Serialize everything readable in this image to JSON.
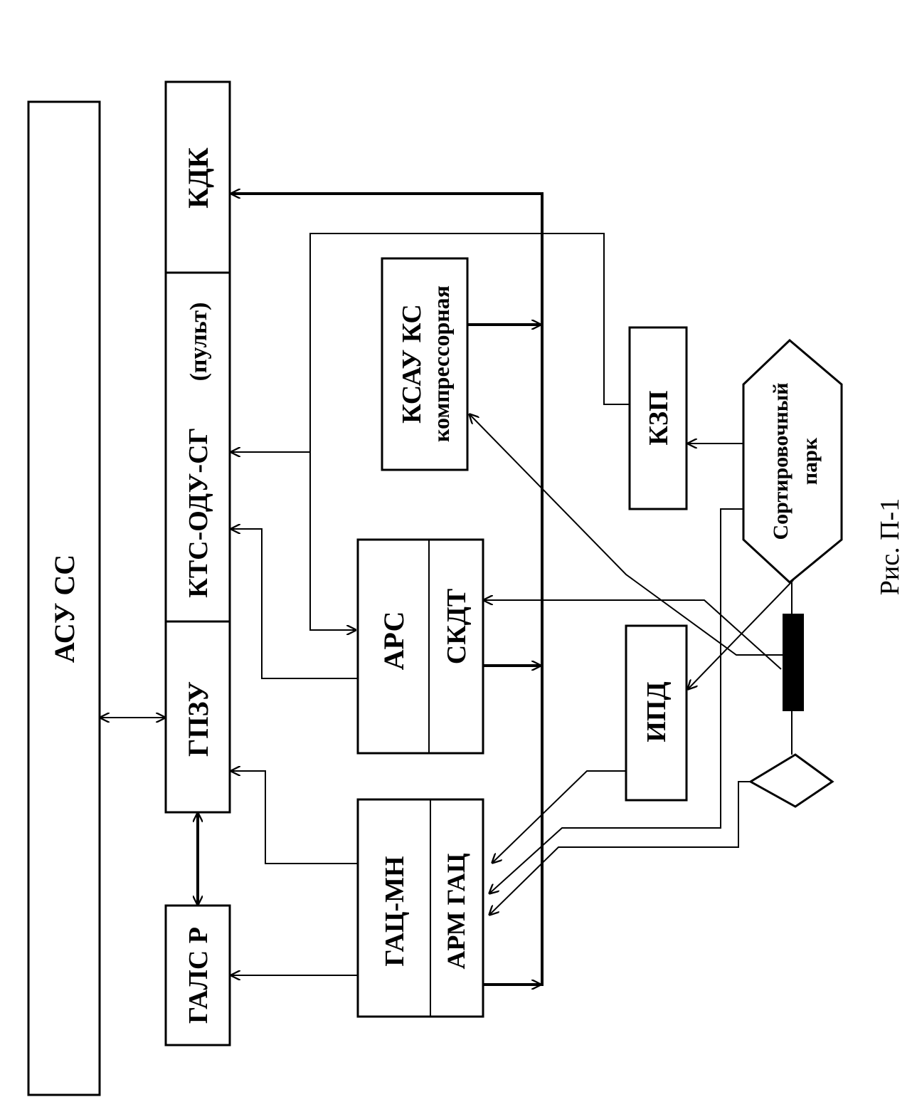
{
  "blocks": {
    "asu_ss": "АСУ СС",
    "kdk": "КДК",
    "kts_odu_sg": "КТС-ОДУ-СГ",
    "pult": "(пульт)",
    "gpzu": "ГПЗУ",
    "gals_r": "ГАЛС Р",
    "ksau_ks": "КСАУ КС",
    "kompressornaya": "компрессорная",
    "ars": "АРС",
    "skdt": "СКДТ",
    "gac_mn": "ГАЦ-МН",
    "arm_gac": "АРМ ГАЦ",
    "kzp": "КЗП",
    "ipd": "ИПД",
    "sort_park_line1": "Сортировочный",
    "sort_park_line2": "парк"
  },
  "caption": "Рис. П-1"
}
